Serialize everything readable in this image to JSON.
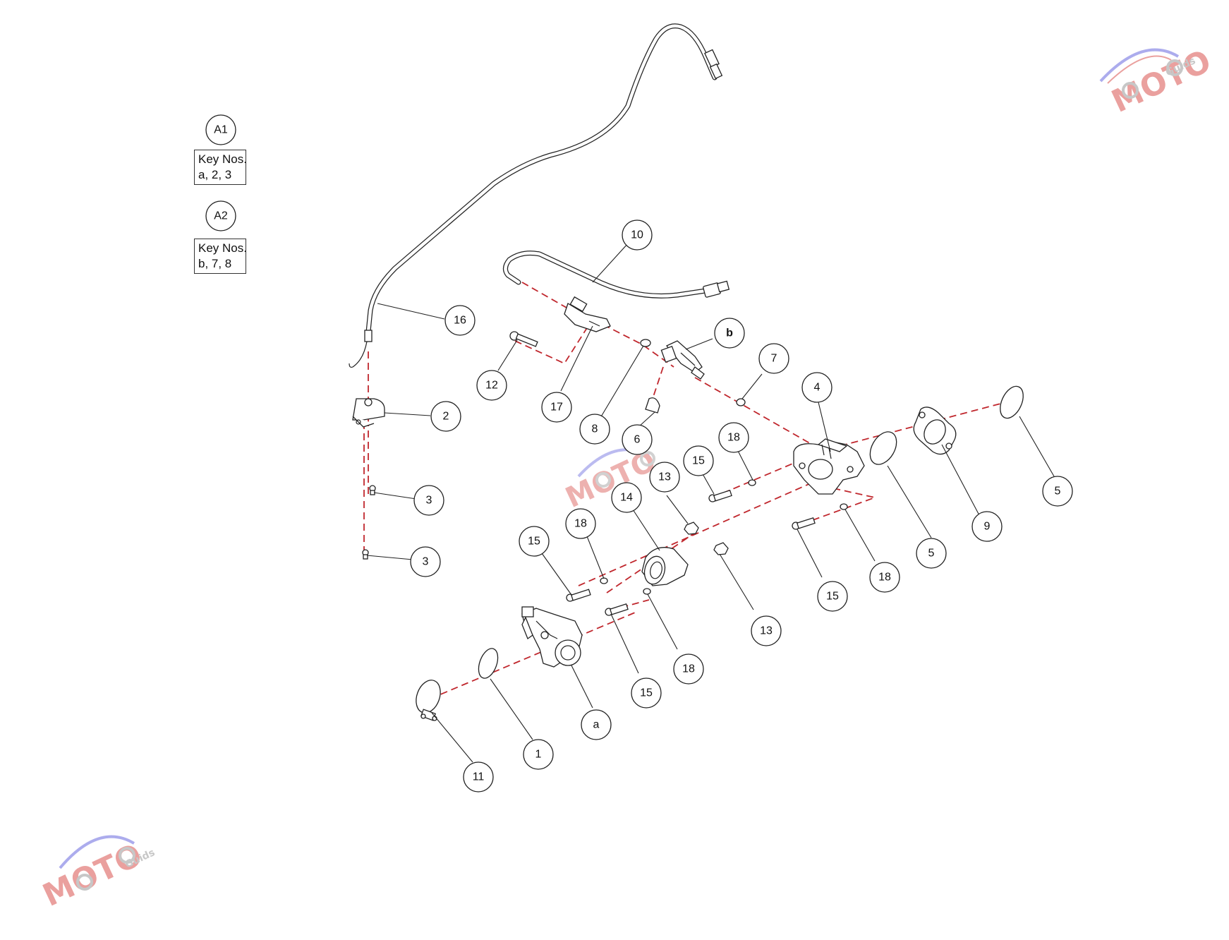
{
  "legend": {
    "group_a1": {
      "label": "A1",
      "key_title": "Key Nos.",
      "key_items": "a, 2, 3"
    },
    "group_a2": {
      "label": "A2",
      "key_title": "Key Nos.",
      "key_items": "b, 7, 8"
    }
  },
  "callouts": {
    "c16": "16",
    "c10": "10",
    "c2": "2",
    "c3a": "3",
    "c3b": "3",
    "c12": "12",
    "c17": "17",
    "c8": "8",
    "cb": "b",
    "c6": "6",
    "c7": "7",
    "c4": "4",
    "c18a": "18",
    "c15a": "15",
    "c13a": "13",
    "c14": "14",
    "c18b": "18",
    "c15b": "15",
    "c5a": "5",
    "c9": "9",
    "c5b": "5",
    "c15c": "15",
    "c18c": "18",
    "c13b": "13",
    "c18d": "18",
    "c15d": "15",
    "ca": "a",
    "c1": "1",
    "c11": "11"
  },
  "watermark": {
    "brand": "MOTO",
    "sub": "Guids"
  },
  "colors": {
    "dash_line": "#c0272d",
    "ink": "#222222",
    "watermark_red": "#d9534f",
    "watermark_blue": "#6a6adf",
    "watermark_grey": "#9a9a9a"
  }
}
